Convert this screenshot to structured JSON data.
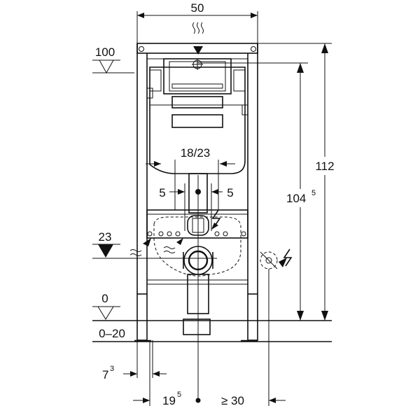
{
  "dimensions": {
    "top_width": "50",
    "total_height": "112",
    "inner_height_main": "104",
    "inner_height_sup": "5",
    "level_top": "100",
    "level_middle": "23",
    "level_floor": "0",
    "floor_range": "0–20",
    "bolt_spacing": "18/23",
    "pipe_left": "5",
    "pipe_right": "5",
    "left_offset_main": "7",
    "left_offset_sup": "3",
    "bottom_left_main": "19",
    "bottom_left_sup": "5",
    "bottom_right": "≥ 30"
  },
  "icons": [
    "water-supply-icon",
    "electric-icon",
    "flush-plate-icon",
    "level-marker-icon"
  ],
  "colors": {
    "line": "#111111",
    "background": "#ffffff"
  }
}
